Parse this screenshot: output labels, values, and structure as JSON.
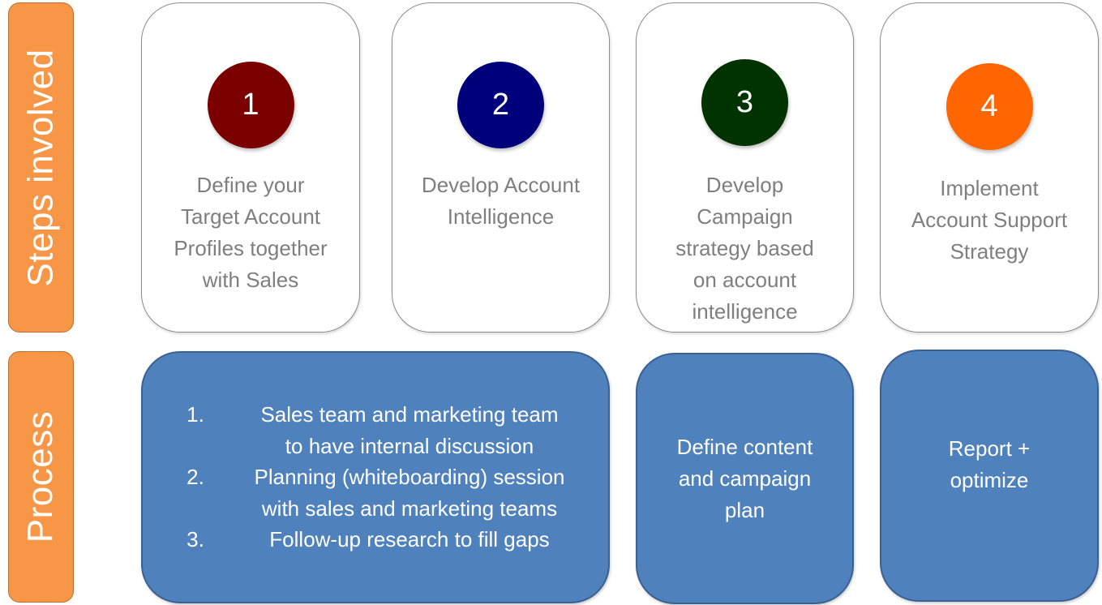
{
  "labels": {
    "steps": "Steps involved",
    "process": "Process"
  },
  "colors": {
    "label_bg": "#f79646",
    "process_bg": "#4f81bd",
    "step_text": "#7f7f7f"
  },
  "steps": [
    {
      "number": "1",
      "color": "#7b0000",
      "lines": [
        "Define your",
        "Target Account",
        "Profiles together",
        "with Sales"
      ]
    },
    {
      "number": "2",
      "color": "#00007b",
      "lines": [
        "Develop Account",
        "Intelligence"
      ]
    },
    {
      "number": "3",
      "color": "#003300",
      "lines": [
        "Develop",
        "Campaign",
        "strategy based",
        "on account",
        "intelligence"
      ]
    },
    {
      "number": "4",
      "color": "#ff6600",
      "lines": [
        "Implement",
        "Account Support",
        "Strategy"
      ]
    }
  ],
  "process": {
    "box1": {
      "items": [
        {
          "num": "1.",
          "lines": [
            "Sales team and marketing team",
            "to have internal discussion"
          ]
        },
        {
          "num": "2.",
          "lines": [
            "Planning (whiteboarding) session",
            "with sales and marketing teams"
          ]
        },
        {
          "num": "3.",
          "lines": [
            "Follow-up research to fill gaps"
          ]
        }
      ]
    },
    "box2": {
      "lines": [
        "Define content",
        "and campaign",
        "plan"
      ]
    },
    "box3": {
      "lines": [
        "Report +",
        "optimize"
      ]
    }
  }
}
